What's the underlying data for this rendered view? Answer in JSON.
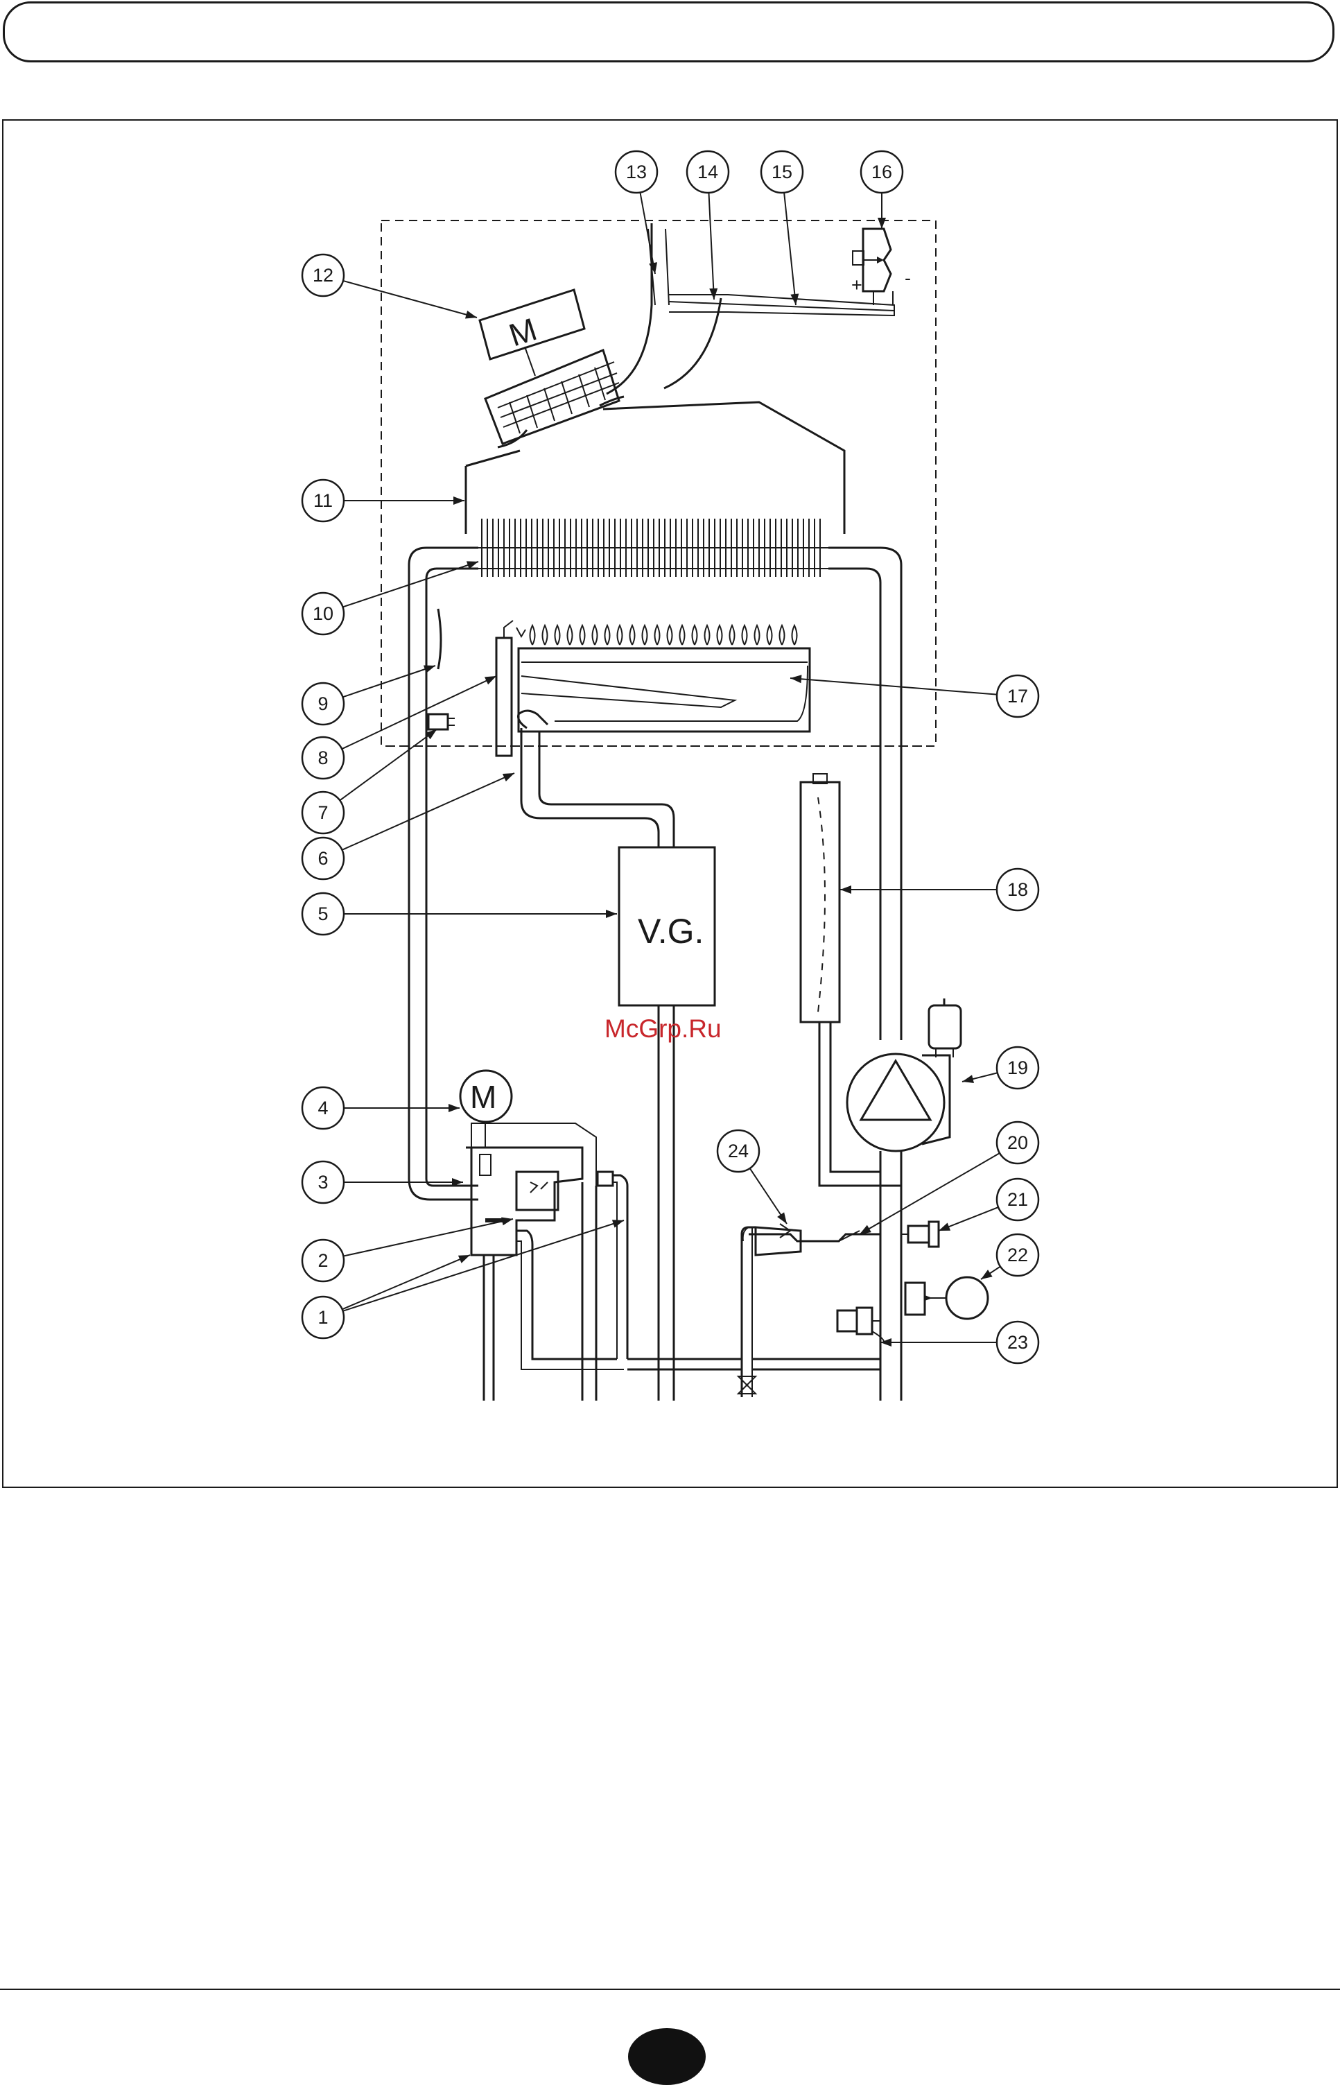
{
  "watermark": "McGrp.Ru",
  "labels": {
    "motor_top": "M",
    "motor_bottom": "M",
    "gas_valve": "V.G.",
    "plus": "+",
    "minus": "-"
  },
  "callouts": [
    {
      "id": "1"
    },
    {
      "id": "1b"
    },
    {
      "id": "2"
    },
    {
      "id": "3"
    },
    {
      "id": "4"
    },
    {
      "id": "5"
    },
    {
      "id": "6"
    },
    {
      "id": "7"
    },
    {
      "id": "8"
    },
    {
      "id": "9"
    },
    {
      "id": "10"
    },
    {
      "id": "11"
    },
    {
      "id": "12"
    },
    {
      "id": "13"
    },
    {
      "id": "14"
    },
    {
      "id": "15"
    },
    {
      "id": "16"
    },
    {
      "id": "17"
    },
    {
      "id": "18"
    },
    {
      "id": "19"
    },
    {
      "id": "20"
    },
    {
      "id": "21"
    },
    {
      "id": "22"
    },
    {
      "id": "23"
    },
    {
      "id": "24"
    }
  ],
  "callout_text": {
    "c1": "1",
    "c2": "2",
    "c3": "3",
    "c4": "4",
    "c5": "5",
    "c6": "6",
    "c7": "7",
    "c8": "8",
    "c9": "9",
    "c10": "10",
    "c11": "11",
    "c12": "12",
    "c13": "13",
    "c14": "14",
    "c15": "15",
    "c16": "16",
    "c17": "17",
    "c18": "18",
    "c19": "19",
    "c20": "20",
    "c21": "21",
    "c22": "22",
    "c23": "23",
    "c24": "24"
  }
}
